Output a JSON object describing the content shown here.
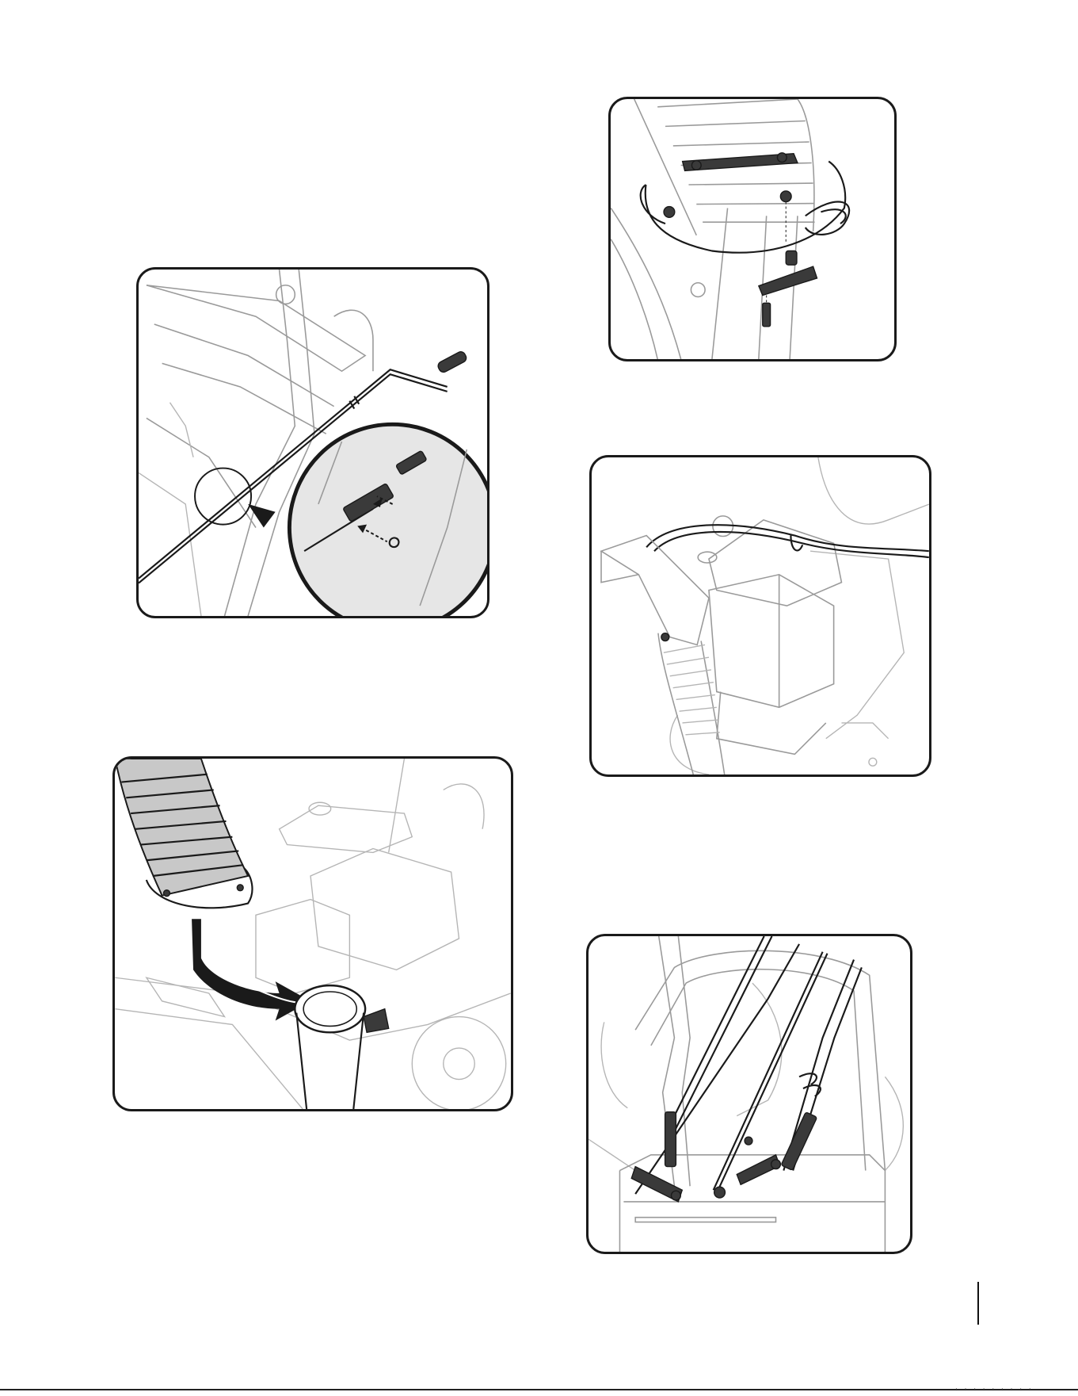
{
  "page": {
    "footer_code": "· · · · · · · · ·"
  },
  "figures": [
    {
      "id": "crank",
      "subject": "chute crank rod assembly with detail inset"
    },
    {
      "id": "chute-mount",
      "subject": "chute base flange with bolts and clip"
    },
    {
      "id": "chute-place",
      "subject": "placing discharge chute onto chute opening"
    },
    {
      "id": "engine",
      "subject": "engine with cables routed over it"
    },
    {
      "id": "handle",
      "subject": "handle panel with control cables and springs"
    }
  ],
  "colors": {
    "line_art": "#9a9a9a",
    "dark_line": "#1a1a1a",
    "inset_fill": "#e6e6e6",
    "arrow": "#1a1a1a"
  }
}
